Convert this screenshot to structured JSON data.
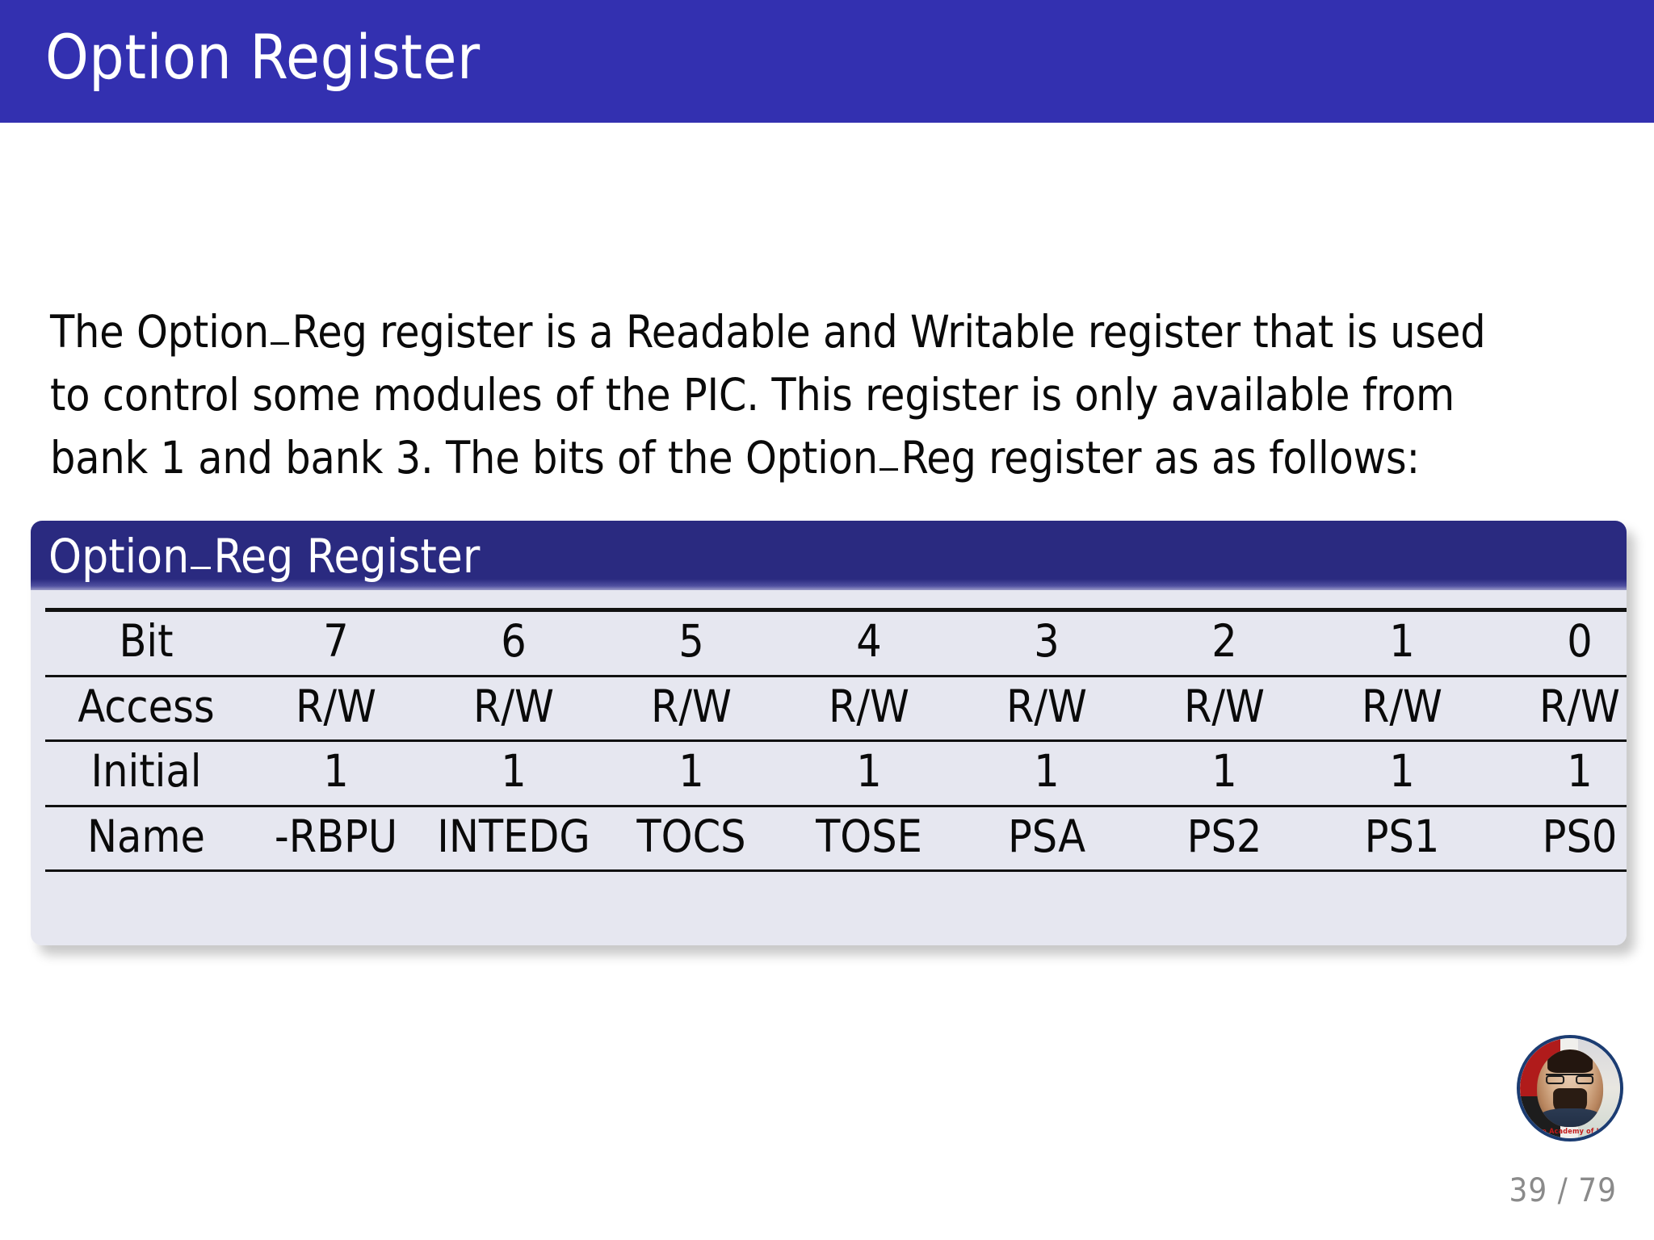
{
  "slide": {
    "frame_title": "Option Register",
    "page_number": "39 / 79",
    "accent_color": "#3330B0",
    "block_title_color": "#2A2A80",
    "block_body_color": "#E6E7F0"
  },
  "paragraph": {
    "line1_a": "The Option",
    "line1_b": "Reg register is a Readable and Writable register that is used",
    "line2": "to control some modules of the PIC. This register is only available from",
    "line3_a": "bank 1 and bank 3.  The bits of the Option",
    "line3_b": "Reg register as as follows:"
  },
  "block": {
    "title_a": "Option",
    "title_b": "Reg Register"
  },
  "register_table": {
    "rows": [
      {
        "label": "Bit",
        "cells": [
          "7",
          "6",
          "5",
          "4",
          "3",
          "2",
          "1",
          "0"
        ]
      },
      {
        "label": "Access",
        "cells": [
          "R/W",
          "R/W",
          "R/W",
          "R/W",
          "R/W",
          "R/W",
          "R/W",
          "R/W"
        ]
      },
      {
        "label": "Initial",
        "cells": [
          "1",
          "1",
          "1",
          "1",
          "1",
          "1",
          "1",
          "1"
        ]
      },
      {
        "label": "Name",
        "cells": [
          "-RBPU",
          "INTEDG",
          "TOCS",
          "TOSE",
          "PSA",
          "PS2",
          "PS1",
          "PS0"
        ]
      }
    ]
  },
  "logo": {
    "ring_text": "Bahadure Academy of Learning"
  }
}
